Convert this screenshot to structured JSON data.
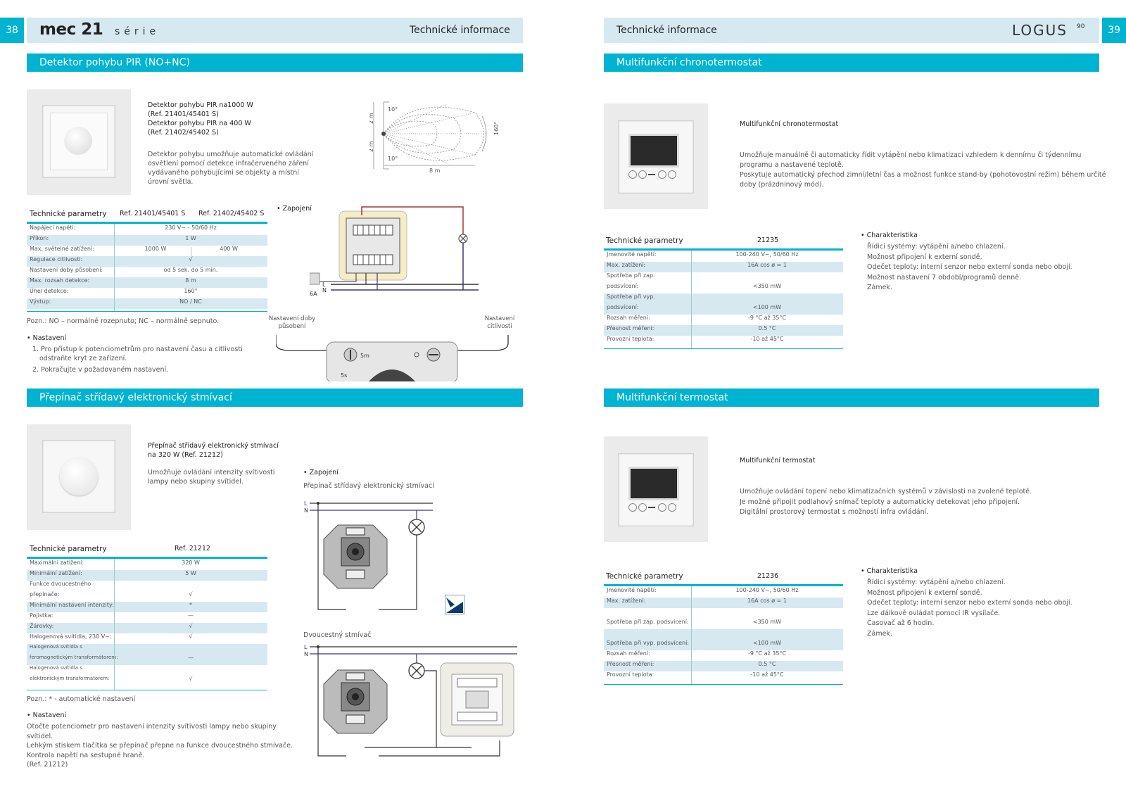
{
  "left_page": {
    "page_number": "38",
    "brand": "mec 21",
    "brand_suffix": "série",
    "header_title": "Technické informace",
    "pir": {
      "section_title": "Detektor pohybu PIR (NO+NC)",
      "product_lines": [
        "Detektor pohybu PIR na1000 W",
        "(Ref. 21401/45401 S)",
        "Detektor pohybu PIR na 400 W",
        "(Ref. 21402/45402 S)"
      ],
      "description_lines": [
        "Detektor pohybu umožňuje automatické ovládání",
        "osvětlení pomocí detekce infračerveného záření",
        "vydávaného pohybujícími se objekty a místní",
        "úrovní světla."
      ],
      "coverage_labels": {
        "top_angle": "10°",
        "bottom_angle": "10°",
        "upper_height": "2 m",
        "lower_height": "2 m",
        "range": "8 m",
        "arc_angle": "160°"
      },
      "table": {
        "header": [
          "Technické parametry",
          "Ref. 21401/45401 S",
          "Ref. 21402/45402 S"
        ],
        "rows": [
          {
            "label": "Napájecí napětí:",
            "value": "230 V~ - 50/60 Hz"
          },
          {
            "label": "Příkon:",
            "value": "1 W"
          },
          {
            "label": "Max. světelné zatížení:",
            "value1": "1000 W",
            "value2": "400 W"
          },
          {
            "label": "Regulace citlivosti:",
            "value": "√"
          },
          {
            "label": "Nastavení doby působení:",
            "value": "od 5 sek. do 5 min."
          },
          {
            "label": "Max. rozsah detekce:",
            "value": "8 m"
          },
          {
            "label": "Úhel detekce:",
            "value": "160°"
          },
          {
            "label": "Výstup:",
            "value": "NO / NC"
          }
        ]
      },
      "note": "Pozn.: NO – normálně rozepnuto; NC – normálně sepnuto.",
      "wiring_heading": "• Zapojení",
      "wiring_labels": {
        "fuse": "6A",
        "L": "L",
        "N": "N"
      },
      "setting_heading": "• Nastavení",
      "setting_steps": [
        "1. Pro přístup k potenciometrům pro nastavení času a citlivosti",
        "odstraňte kryt ze zařízení.",
        "2. Pokračujte v požadovaném nastavení."
      ],
      "dial_left_label": "Nastavení doby\npůsobení",
      "dial_right_label": "Nastavení\ncitlivosti",
      "dial_marks": {
        "time_max": "5m",
        "time_min": "5s"
      }
    },
    "dimmer": {
      "section_title": "Přepínač střídavý elektronický stmívací",
      "product_lines": [
        "Přepínač střídavý  elektronický stmívací",
        "na 320 W (Ref. 21212)"
      ],
      "description_lines": [
        "Umožňuje ovládání intenzity svítivosti",
        "lampy nebo skupiny svítidel."
      ],
      "wiring_heading": "• Zapojení",
      "wiring_subtitle": "Přepínač střídavý elektronický stmívací",
      "wiring2_subtitle": "Dvoucestný stmívač",
      "wiring_labels": {
        "L": "L",
        "N": "N"
      },
      "table": {
        "header": [
          "Technické parametry",
          "Ref. 21212"
        ],
        "rows": [
          {
            "label": "Maximální zatížení:",
            "value": "320 W"
          },
          {
            "label": "Minimální zatížení:",
            "value": "5 W"
          },
          {
            "label": "Funkce dvoucestného",
            "value": ""
          },
          {
            "label": "přepínače:",
            "value": "√"
          },
          {
            "label": "Minimální nastavení intenzity:",
            "value": "*"
          },
          {
            "label": "Pojistka:",
            "value": "—"
          },
          {
            "label": "Žárovky:",
            "value": "√"
          },
          {
            "label": "Halogenová svítidla, 230 V~:",
            "value": "√"
          },
          {
            "label": "Halogenová svítidla s",
            "value": ""
          },
          {
            "label": "feromagnetickým transformátorem:",
            "value": "—"
          },
          {
            "label": "Halogenová svítidla s",
            "value": ""
          },
          {
            "label": "elektronickým transformátorem:",
            "value": "√"
          }
        ]
      },
      "note": "Pozn.: * - automatické nastavení",
      "setting_heading": "• Nastavení",
      "setting_lines": [
        "Otočte potenciometr pro nastavení intenzity svítivosti lampy nebo skupiny",
        "svítidel.",
        "Lehkým stiskem tlačítka se přepínač přepne na funkce dvoucestného stmívače.",
        "Kontrola napětí na sestupné hraně.",
        "(Ref. 21212)"
      ]
    }
  },
  "right_page": {
    "page_number": "39",
    "header_title": "Technické informace",
    "brand": "LOGUS",
    "brand_suffix": "90",
    "chrono": {
      "section_title": "Multifunkční chronotermostat",
      "product_title": "Multifunkční chronotermostat",
      "description_lines": [
        "Umožňuje manuálně či automaticky řídit vytápění nebo klimatizaci vzhledem k dennímu či týdennímu",
        "programu a nastavené teplotě.",
        "Poskytuje automatický přechod zimní/letní čas a možnost funkce stand-by (pohotovostní režim) během určité",
        "doby (prázdninový mód)."
      ],
      "table": {
        "header": [
          "Technické parametry",
          "21235"
        ],
        "rows": [
          {
            "label": "Jmenovité napětí:",
            "value": "100-240 V~, 50/60 Hz"
          },
          {
            "label": "Max. zatížení:",
            "value": "16A cos ø = 1"
          },
          {
            "label": "Spotřeba při zap.",
            "value": ""
          },
          {
            "label": "podsvícení:",
            "value": "<350 mW"
          },
          {
            "label": "Spotřeba při vyp.",
            "value": ""
          },
          {
            "label": "podsvícení:",
            "value": "<100 mW"
          },
          {
            "label": "Rozsah měření:",
            "value": "-9 °C až 35°C"
          },
          {
            "label": "Přesnost měření:",
            "value": "0.5 °C"
          },
          {
            "label": "Provozní teplota:",
            "value": "-10 až 45°C"
          }
        ]
      },
      "char_heading": "• Charakteristika",
      "char_lines": [
        "Řídicí systémy: vytápění a/nebo chlazení.",
        "Možnost připojení k externí sondě.",
        "Odečet teploty: interní senzor nebo externí sonda nebo obojí.",
        "Možnost nastavení 7 období/programů denně.",
        "Zámek."
      ]
    },
    "thermo": {
      "section_title": "Multifunkční termostat",
      "product_title": "Multifunkční termostat",
      "description_lines": [
        "Umožňuje ovládání topení nebo klimatizačních systémů v závislosti na zvolené teplotě.",
        "Je možné připojit podlahový snímač teploty a automaticky detekovat jeho připojení.",
        "Digitální prostorový termostat s možností infra ovládání."
      ],
      "table": {
        "header": [
          "Technické parametry",
          "21236"
        ],
        "rows": [
          {
            "label": "Jmenovité napětí:",
            "value": "100-240 V~, 50/60 Hz"
          },
          {
            "label": "Max. zatížení:",
            "value": "16A cos ø = 1"
          },
          {
            "label": "",
            "value": ""
          },
          {
            "label": "Spotřeba při zap. podsvícení:",
            "value": "<350 mW"
          },
          {
            "label": "",
            "value": ""
          },
          {
            "label": "Spotřeba při vyp. podsvícení:",
            "value": "<100 mW"
          },
          {
            "label": "Rozsah měření:",
            "value": "-9 °C až 35°C"
          },
          {
            "label": "Přesnost měření:",
            "value": "0.5 °C"
          },
          {
            "label": "Provozní teplota:",
            "value": "-10 až 45°C"
          }
        ]
      },
      "char_heading": "• Charakteristika",
      "char_lines": [
        "Řídicí systémy: vytápění a/nebo chlazení.",
        "Možnost připojení k externí sondě.",
        "Odečet teploty: interní senzor nebo externí sonda nebo obojí.",
        "Lze dálkově ovládat pomocí IR vysílače.",
        "Časovač až 6 hodin.",
        "Zámek."
      ]
    }
  }
}
